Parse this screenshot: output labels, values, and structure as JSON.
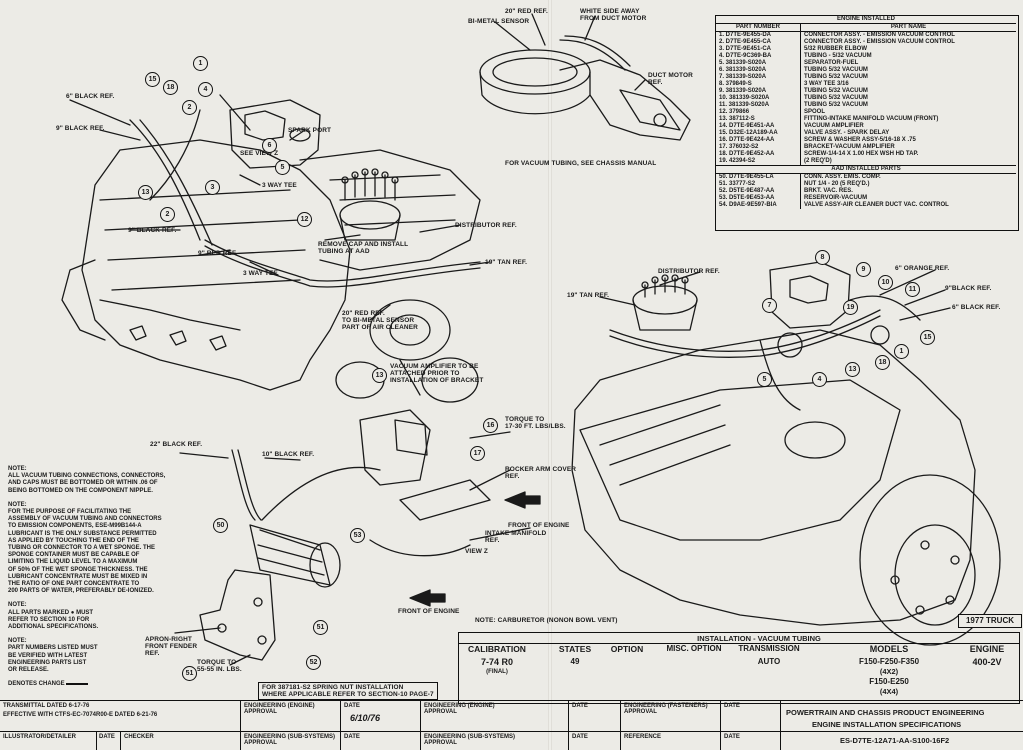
{
  "callouts_left": [
    {
      "n": "15"
    },
    {
      "n": "18"
    },
    {
      "n": "1"
    },
    {
      "n": "4"
    },
    {
      "n": "2"
    },
    {
      "n": "13"
    },
    {
      "n": "6"
    },
    {
      "n": "2"
    },
    {
      "n": "3"
    },
    {
      "n": "5"
    },
    {
      "n": "12"
    },
    {
      "n": "13"
    },
    {
      "n": "16"
    },
    {
      "n": "17"
    },
    {
      "n": "50"
    },
    {
      "n": "53"
    },
    {
      "n": "51"
    },
    {
      "n": "52"
    },
    {
      "n": "51"
    }
  ],
  "callouts_right": [
    {
      "n": "8"
    },
    {
      "n": "9"
    },
    {
      "n": "10"
    },
    {
      "n": "11"
    },
    {
      "n": "7"
    },
    {
      "n": "5"
    },
    {
      "n": "4"
    },
    {
      "n": "13"
    },
    {
      "n": "1"
    },
    {
      "n": "18"
    },
    {
      "n": "15"
    },
    {
      "n": "19"
    }
  ],
  "labels": {
    "black_ref_6": "6\" BLACK REF.",
    "black_ref_9": "9\" BLACK REF.",
    "spark_port": "SPARK PORT",
    "see_view_z": "SEE VIEW Z",
    "way_tee_3": "3 WAY TEE",
    "black_ref_9b": "9\" BLACK REF.",
    "red_ref_9": "9\" RED REF.",
    "way_tee_3b": "3 WAY TEE",
    "remove_cap": "REMOVE CAP AND INSTALL\nTUBING AT AAD",
    "distributor_ref_l": "DISTRIBUTOR REF.",
    "tan_ref_19l": "19\" TAN REF.",
    "red_ref_20": "20\" RED REF.\nTO BI-METAL SENSOR\nPART OF AIR CLEANER",
    "vacuum_amp": "VACUUM AMPLIFIER TO BE\nATTACHED PRIOR TO\nINSTALLATION OF BRACKET",
    "torque_17": "TORQUE TO\n17-30 FT. LBS/LBS.",
    "rocker_arm": "ROCKER ARM COVER\nREF.",
    "front_engine_l": "FRONT OF ENGINE",
    "intake_manifold": "INTAKE MANIFOLD\nREF.",
    "view_z": "VIEW Z",
    "front_engine_b": "FRONT OF ENGINE",
    "black_ref_22": "22\" BLACK REF.",
    "black_ref_10": "10\" BLACK REF.",
    "apron": "APRON-RIGHT\nFRONT FENDER\nREF.",
    "torque_55": "TORQUE TO\n55-55 IN. LBS.",
    "spring_nut": "FOR 387181-S2 SPRING NUT INSTALLATION\nWHERE APPLICABLE REFER TO SECTION-10 PAGE-7",
    "carb_note": "NOTE: CARBURETOR (NONON BOWL VENT)",
    "red_ref_20top": "20\" RED REF.",
    "bimetal": "BI-METAL SENSOR",
    "white_side": "WHITE SIDE AWAY\nFROM DUCT MOTOR",
    "duct_motor": "DUCT MOTOR\nREF.",
    "vac_tubing": "FOR VACUUM TUBING, SEE CHASSIS MANUAL",
    "distributor_ref_r": "DISTRIBUTOR REF.",
    "tan_ref_19r": "19\" TAN REF.",
    "orange_ref": "6\" ORANGE REF.",
    "black_ref_9r": "9\"BLACK REF.",
    "black_ref_6r": "6\" BLACK REF."
  },
  "notes": [
    "NOTE:\nALL VACUUM TUBING CONNECTIONS, CONNECTORS,\nAND CAPS MUST BE BOTTOMED OR WITHIN .06 OF\nBEING BOTTOMED ON THE COMPONENT NIPPLE.",
    "NOTE:\nFOR THE PURPOSE OF FACILITATING THE\nASSEMBLY OF VACUUM TUBING AND CONNECTORS\nTO EMISSION COMPONENTS, ESE-M99B144-A\nLUBRICANT IS THE ONLY SUBSTANCE PERMITTED\nAS APPLIED BY TOUCHING THE END OF THE\nTUBING OR CONNECTOR TO A WET SPONGE. THE\nSPONGE CONTAINER MUST BE CAPABLE OF\nLIMITING THE LIQUID LEVEL TO A MAXIMUM\nOF 50% OF THE WET SPONGE THICKNESS. THE\nLUBRICANT CONCENTRATE MUST BE MIXED IN\nTHE RATIO OF ONE PART CONCENTRATE TO\n200 PARTS OF WATER, PREFERABLY DE-IONIZED.",
    "NOTE:\nALL PARTS MARKED ● MUST\nREFER TO SECTION 10 FOR\nADDITIONAL SPECIFICATIONS.",
    "NOTE:\nPART NUMBERS LISTED MUST\nBE VERIFIED WITH LATEST\nENGINEERING PARTS LIST\nOR RELEASE."
  ],
  "denotes_change": "DENOTES CHANGE",
  "parts_table": {
    "title": "ENGINE INSTALLED",
    "col1": "PART NUMBER",
    "col2": "PART NAME",
    "rows": [
      [
        "1. D7TE-9E455-DA",
        "CONNECTOR ASSY. - EMISSION VACUUM CONTROL"
      ],
      [
        "2. D7TE-9E455-CA",
        "CONNECTOR ASSY. - EMISSION VACUUM CONTROL"
      ],
      [
        "3. D7TE-9E451-CA",
        "5/32 RUBBER ELBOW"
      ],
      [
        "4. D7TE-9C369-BA",
        "TUBING - 5/32 VACUUM"
      ],
      [
        "5. 381339-S020A",
        "SEPARATOR-FUEL"
      ],
      [
        "6. 381339-S020A",
        "TUBING 5/32 VACUUM"
      ],
      [
        "7. 381339-S020A",
        "TUBING 5/32 VACUUM"
      ],
      [
        "8. 379849-S",
        "3 WAY TEE 3/16"
      ],
      [
        "9. 381339-S020A",
        "TUBING 5/32 VACUUM"
      ],
      [
        "10. 381339-S020A",
        "TUBING 5/32 VACUUM"
      ],
      [
        "11. 381339-S020A",
        "TUBING 5/32 VACUUM"
      ],
      [
        "12. 379866",
        "SPOOL"
      ],
      [
        "13. 387112-S",
        "FITTING-INTAKE MANIFOLD VACUUM (FRONT)"
      ],
      [
        "14. D7TE-9E451-AA",
        "VACUUM AMPLIFIER"
      ],
      [
        "15. D32E-12A189-AA",
        "VALVE ASSY. - SPARK DELAY"
      ],
      [
        "16. D7TE-9E424-AA",
        "SCREW & WASHER ASSY-5/16-18 X .75"
      ],
      [
        "17. 376032-S2",
        "BRACKET-VACUUM AMPLIFIER"
      ],
      [
        "18. D7TE-9E452-AA",
        "SCREW-1/4-14 X 1.00 HEX WSH HD TAP."
      ],
      [
        "19. 42394-S2",
        "(2 REQ'D)"
      ]
    ],
    "sec2": "AAD INSTALLED PARTS",
    "rows2": [
      [
        "50. D7TE-9E455-LA",
        "CONN. ASSY. EMIS. COMP."
      ],
      [
        "51. 33777-S2",
        "NUT 1/4 - 20 (5 REQ'D.)"
      ],
      [
        "52. D5TE-9E487-AA",
        "BRKT. VAC. RES."
      ],
      [
        "53. D5TE-9E453-AA",
        "RESERVOIR-VACUUM"
      ],
      [
        "54. D9AE-9E597-BIA",
        "VALVE ASSY-AIR CLEANER DUCT VAC. CONTROL"
      ]
    ]
  },
  "spec": {
    "header": "INSTALLATION - VACUUM TUBING",
    "cal_label": "CALIBRATION",
    "cal_value": "7-74 R0",
    "cal_sub": "(FINAL)",
    "states_label": "STATES",
    "states_value": "49",
    "option_label": "OPTION",
    "misc_label": "MISC. OPTION",
    "trans_label": "TRANSMISSION",
    "trans_value": "AUTO",
    "models_label": "MODELS",
    "models_value1": "F150-F250-F350",
    "models_value2": "(4X2)",
    "models_value3": "F150-E250",
    "models_value4": "(4X4)",
    "engine_label": "ENGINE",
    "engine_value": "400-2V"
  },
  "truck_badge": "1977 TRUCK",
  "title_block": {
    "transmittal": "TRANSMITTAL DATED 6-17-76",
    "effective": "EFFECTIVE WITH CTFS-EC-7074R00-E DATED 6-21-76",
    "illustrator": "ILLUSTRATOR/DETAILER",
    "date": "DATE",
    "checker": "CHECKER",
    "eng_engine": "ENGINEERING (ENGINE)\nAPPROVAL",
    "eng_sub": "ENGINEERING (SUB-SYSTEMS)\nAPPROVAL",
    "eng_fasteners": "ENGINEERING (FASTENERS)\nAPPROVAL",
    "reference": "REFERENCE",
    "sig_date": "6/10/76",
    "dept": "POWERTRAIN AND CHASSIS PRODUCT ENGINEERING",
    "spec_title": "ENGINE INSTALLATION SPECIFICATIONS",
    "doc_no": "ES-D7TE-12A71-AA-S100-16F2"
  }
}
